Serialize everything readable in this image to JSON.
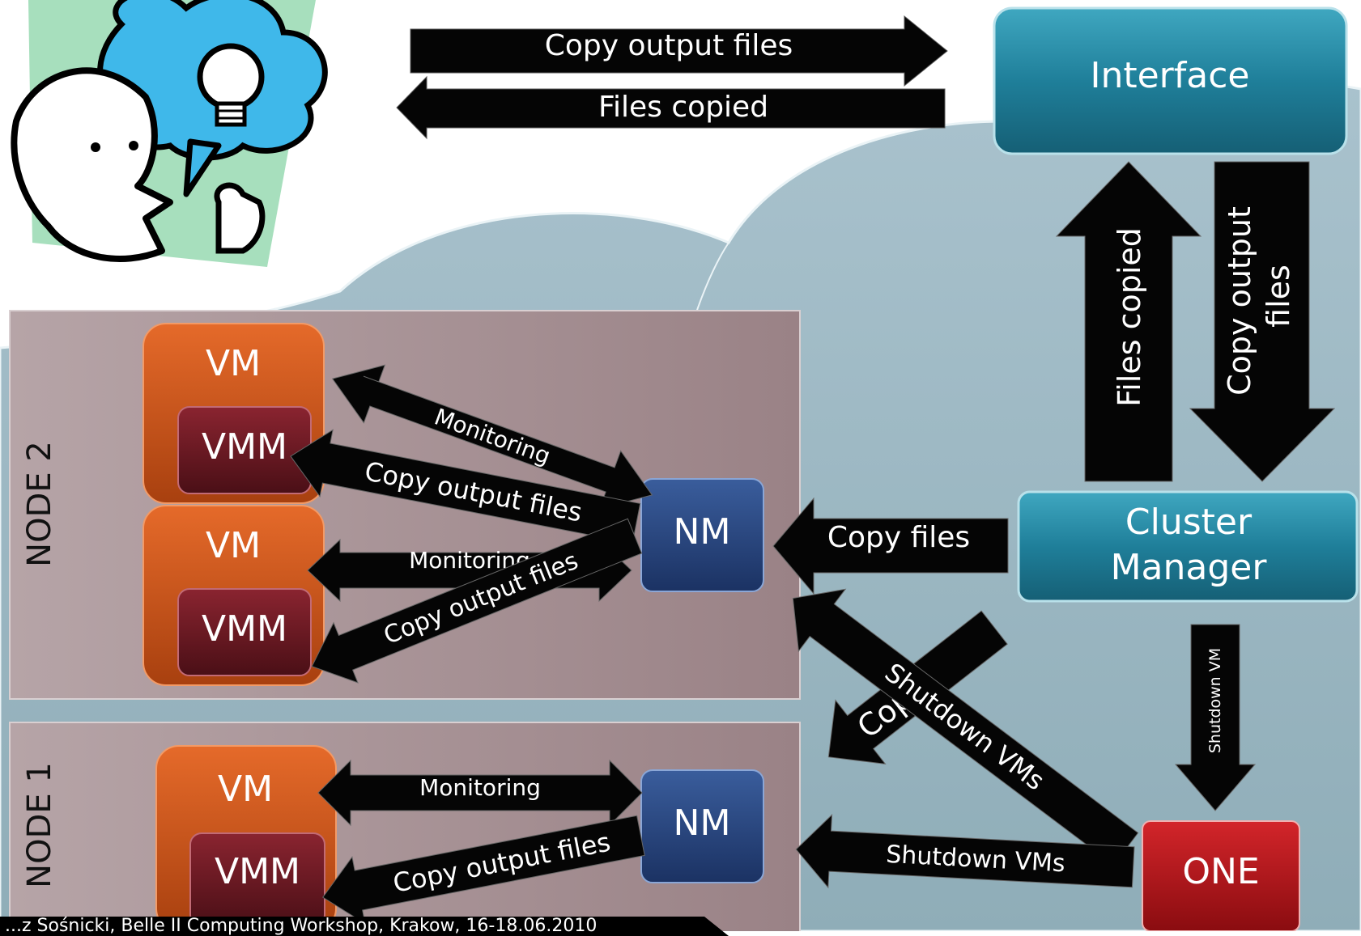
{
  "top_arrows": {
    "to_interface": "Copy output files",
    "to_user": "Files copied"
  },
  "interface": {
    "label": "Interface"
  },
  "vertical_arrows": {
    "up": "Files copied",
    "down_line1": "Copy output",
    "down_line2": "files"
  },
  "cluster_manager": {
    "line1": "Cluster",
    "line2": "Manager"
  },
  "one": {
    "label": "ONE",
    "arrow_down": "Shutdown VM"
  },
  "node2": {
    "label": "NODE 2",
    "vm_top": "VM",
    "vmm_top": "VMM",
    "vm_bottom": "VM",
    "vmm_bottom": "VMM",
    "nm": "NM",
    "mon_top": "Monitoring",
    "copy_top": "Copy output files",
    "mon_bottom": "Monitoring",
    "copy_bottom": "Copy output files"
  },
  "node1": {
    "label": "NODE 1",
    "vm": "VM",
    "vmm": "VMM",
    "nm": "NM",
    "mon": "Monitoring",
    "copy": "Copy output files"
  },
  "cm_to_nm2": "Copy files",
  "cross_copy": "Copy",
  "cross_shutdown": "Shutdown VMs",
  "one_to_nm1": "Shutdown VMs",
  "footer": "...z Sośnicki, Belle II Computing Workshop, Krakow, 16-18.06.2010"
}
